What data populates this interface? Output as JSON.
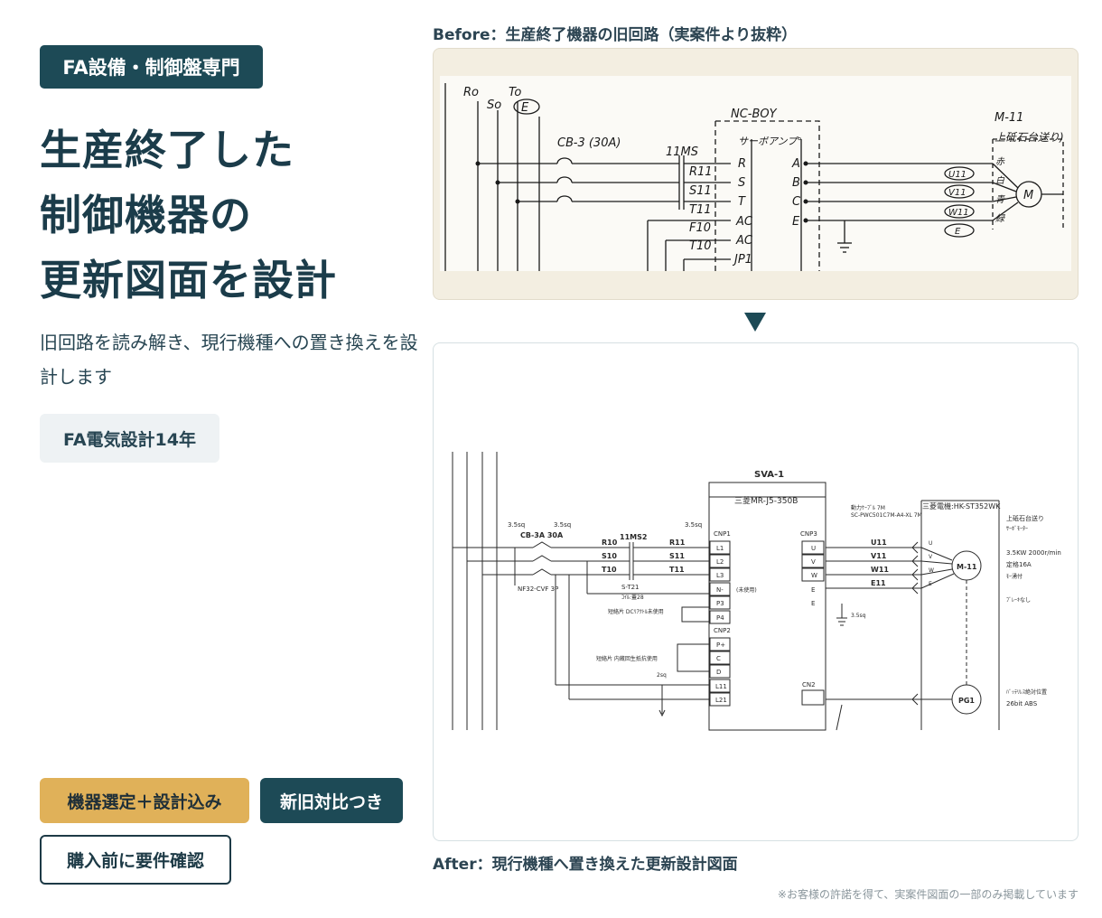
{
  "left": {
    "top_badge": "FA設備・制御盤専門",
    "headline": [
      "生産終了した",
      "制御機器の",
      "更新図面を設計"
    ],
    "subtext": "旧回路を読み解き、現行機種への置き換えを設計します",
    "experience_badge": "FA電気設計14年",
    "tags": [
      "機器選定＋設計込み",
      "新旧対比つき",
      "購入前に要件確認"
    ]
  },
  "right": {
    "before_caption": "Before：生産終了機器の旧回路（実案件より抜粋）",
    "after_caption": "After：現行機種へ置き換えた更新設計図面",
    "footnote": "※お客様の許諾を得て、実案件図面の一部のみ掲載しています"
  },
  "before_diagram": {
    "supply": [
      "Ro",
      "So",
      "To",
      "E"
    ],
    "breaker": "CB-3 (30A)",
    "relay": "11MS",
    "contacts": [
      "R11",
      "S11",
      "T11",
      "F10",
      "T10"
    ],
    "amp_box": "NC-BOY",
    "amp_title": "サーボアンプ°",
    "amp_left_terminals": [
      "R",
      "S",
      "T",
      "AC",
      "AC",
      "JP1"
    ],
    "amp_right_terminals": [
      "A",
      "B",
      "C",
      "E"
    ],
    "motor_title": "M-11",
    "motor_desc": "上砥石台送り)",
    "wire_labels": [
      "U11",
      "V11",
      "W11",
      "E"
    ],
    "color_marks": [
      "赤",
      "白",
      "青",
      "緑"
    ],
    "motor_symbol": "M"
  },
  "after_diagram": {
    "amp_name": "SVA-1",
    "amp_model": "三菱MR-J5-350B",
    "cnp1": "CNP1",
    "cnp1_terminals": [
      "L1",
      "L2",
      "L3",
      "N-",
      "P3",
      "P4"
    ],
    "cnp2": "CNP2",
    "cnp2_terminals": [
      "P+",
      "C",
      "D",
      "L11",
      "L21"
    ],
    "cnp3": "CNP3",
    "cnp3_terminals": [
      "U",
      "V",
      "W",
      "E",
      "E"
    ],
    "cn2": "CN2",
    "breaker": "CB-3A 30A",
    "breaker_model": "NF32-CVF 3P",
    "wire_size_1": "3.5sq",
    "wire_size_2": "3.5sq",
    "wire_size_3": "3.5sq",
    "relay": "11MS2",
    "line_in": [
      "R10",
      "S10",
      "T10"
    ],
    "line_out": [
      "R11",
      "S11",
      "T11"
    ],
    "relay_model": "S-T21",
    "relay_coil": "ｺｲﾙ:蓋28",
    "unused": "(未使用)",
    "short_note_1": "短絡片 DCﾘｱｸﾄﾙ未使用",
    "short_note_2": "短絡片 内蔵回生抵抗使用",
    "ctrl_wire": "2sq",
    "cable_note_1": "動力ｹｰﾌﾞﾙ 7M",
    "cable_note_2": "SC-PWC501C7M-A4-XL 7M",
    "motor_wires": [
      "U11",
      "V11",
      "W11",
      "E11"
    ],
    "ground_size": "3.5sq",
    "motor_model": "三菱電機:HK-ST352WK",
    "motor_terms": [
      "U",
      "V",
      "W",
      "E"
    ],
    "motor_label": "M-11",
    "encoder_label": "PG1",
    "spec_lines": [
      "上砥石台送り",
      "ｻｰﾎﾞﾓｰﾀｰ",
      "3.5KW 2000r/min",
      "定格16A",
      "ﾓｰ湧付",
      "ﾌﾞﾚｰｷなし"
    ],
    "encoder_spec": [
      "ﾊﾞｯﾃﾘﾚｽ絶対位置",
      "26bit ABS"
    ]
  }
}
